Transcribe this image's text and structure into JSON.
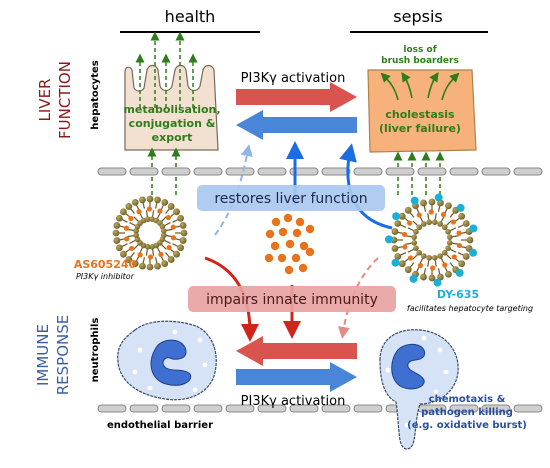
{
  "headers": {
    "health": "health",
    "sepsis": "sepsis"
  },
  "side_labels": {
    "liver": [
      "LIVER",
      "FUNCTION"
    ],
    "immune": [
      "IMMUNE",
      "RESPONSE"
    ],
    "hepatocytes": "hepatocytes",
    "neutrophils": "neutrophils",
    "endothelial": "endothelial barrier"
  },
  "liver": {
    "health_text": [
      "metabolisation,",
      "conjugation &",
      "export"
    ],
    "sepsis_text": [
      "cholestasis",
      "(liver failure)"
    ],
    "brush_text": [
      "loss of",
      "brush boarders"
    ],
    "top_activation": "PI3Kγ activation"
  },
  "boxes": {
    "restores": "restores liver function",
    "impairs": "impairs innate immunity"
  },
  "nanoparticles": {
    "left_name": "AS605240",
    "left_desc": "PI3Kγ inhibitor",
    "right_name": "DY-635",
    "right_desc": "facilitates hepatocyte targeting"
  },
  "immune": {
    "bottom_activation": "PI3Kγ activation",
    "sepsis_text": [
      "chemotaxis &",
      "pathogen killing",
      "(e.g. oxidative burst)"
    ]
  },
  "colors": {
    "red_arrow": "#d9534f",
    "blue_arrow": "#4a86d8",
    "hepatocyte_fill": "#f2e0d0",
    "cholestasis_fill": "#f6b27a",
    "green_text": "#2e7d1a",
    "orange": "#e8731c",
    "cyan": "#1ab0d6",
    "restores_box": "#a9c8f0",
    "impairs_box": "#e8a3a3",
    "neutrophil_fill": "#d6e3f7",
    "nucleus": "#3f6fd0",
    "dark_red_label": "#8b1a1a",
    "blue_label": "#3a5fa0"
  }
}
